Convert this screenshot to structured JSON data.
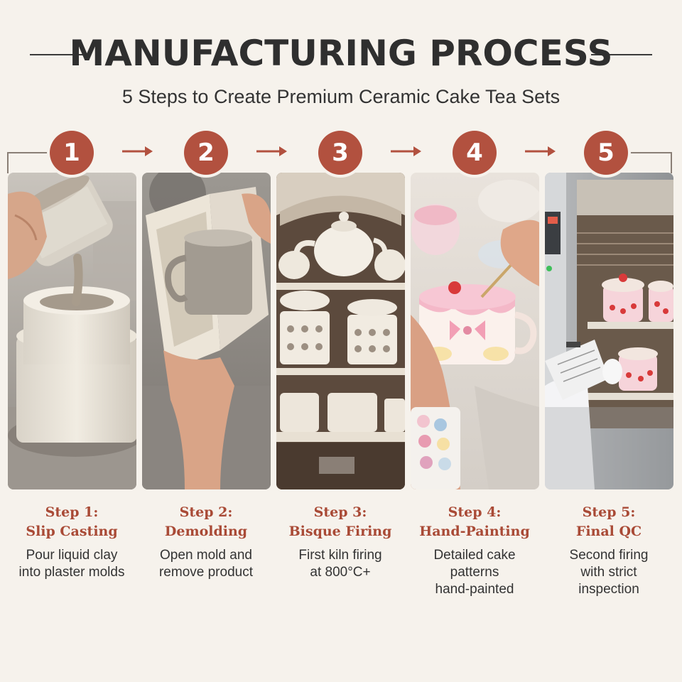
{
  "header": {
    "title": "MANUFACTURING PROCESS",
    "subtitle": "5 Steps to Create Premium Ceramic Cake Tea Sets"
  },
  "colors": {
    "accent": "#b2513f",
    "label": "#a94a36",
    "background": "#f6f2ec"
  },
  "steps": [
    {
      "number": "1",
      "label_line1": "Step 1:",
      "label_line2": "Slip Casting",
      "desc": [
        "Pour liquid clay",
        "into plaster molds"
      ],
      "image": "hand pouring liquid clay slip from a pitcher into a cylindrical plaster mold"
    },
    {
      "number": "2",
      "label_line1": "Step 2:",
      "label_line2": "Demolding",
      "desc": [
        "Open mold and",
        "remove product"
      ],
      "image": "hands opening a plaster mold revealing a clay cup"
    },
    {
      "number": "3",
      "label_line1": "Step 3:",
      "label_line2": "Bisque Firing",
      "desc": [
        "First kiln firing",
        "at 800°C+"
      ],
      "image": "white bisque ceramic teapots and cups stacked on kiln shelves"
    },
    {
      "number": "4",
      "label_line1": "Step 4:",
      "label_line2": "Hand-Painting",
      "desc": [
        "Detailed cake",
        "patterns",
        "hand-painted"
      ],
      "image": "artist hand-painting a pink cake-shaped cup with a brush beside a paint palette"
    },
    {
      "number": "5",
      "label_line1": "Step 5:",
      "label_line2": "Final QC",
      "desc": [
        "Second firing",
        "with strict",
        "inspection"
      ],
      "image": "inspector with clipboard beside an open kiln holding finished strawberry cake tea sets"
    }
  ]
}
